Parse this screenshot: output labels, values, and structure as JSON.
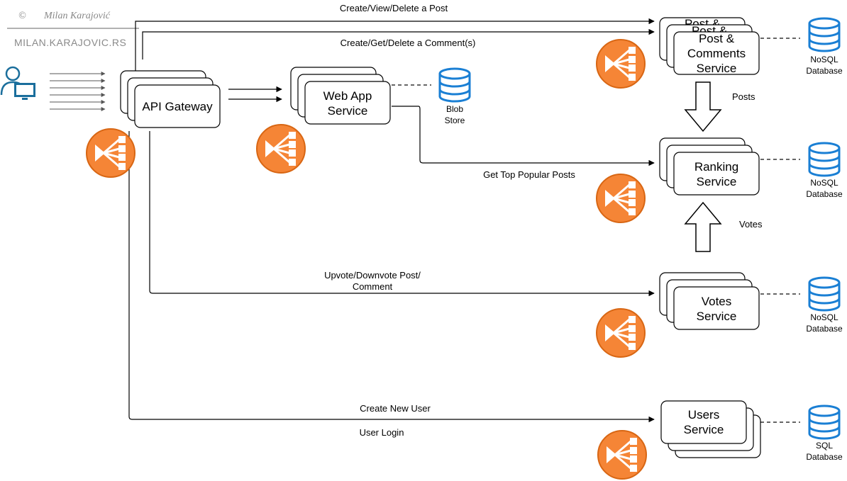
{
  "copyright": {
    "symbol": "©",
    "author": "Milan Karajović",
    "site": "MILAN.KARAJOVIC.RS"
  },
  "services": {
    "api_gateway": "API Gateway",
    "web_app": [
      "Web App",
      "Service"
    ],
    "post_comments": [
      "Post &",
      "Comments",
      "Service"
    ],
    "ranking": [
      "Ranking",
      "Service"
    ],
    "votes": [
      "Votes",
      "Service"
    ],
    "users": [
      "Users",
      "Service"
    ]
  },
  "stores": {
    "blob": [
      "Blob",
      "Store"
    ],
    "nosql_posts": [
      "NoSQL",
      "Database"
    ],
    "nosql_ranking": [
      "NoSQL",
      "Database"
    ],
    "nosql_votes": [
      "NoSQL",
      "Database"
    ],
    "sql_users": [
      "SQL",
      "Database"
    ]
  },
  "edges": {
    "create_post": "Create/View/Delete a Post",
    "create_comment": "Create/Get/Delete a Comment(s)",
    "top_posts": "Get Top Popular Posts",
    "upvote": [
      "Upvote/Downvote Post/",
      "Comment"
    ],
    "create_user": "Create New User",
    "user_login": "User Login",
    "posts": "Posts",
    "votes": "Votes"
  },
  "colors": {
    "load_balancer": "#F58536",
    "load_balancer_stroke": "#D86613",
    "database": "#1A7FD4",
    "user_icon": "#1A6E9C"
  },
  "icons": {
    "user": "user-at-computer-icon",
    "load_balancer": "load-balancer-icon",
    "database": "database-icon"
  }
}
